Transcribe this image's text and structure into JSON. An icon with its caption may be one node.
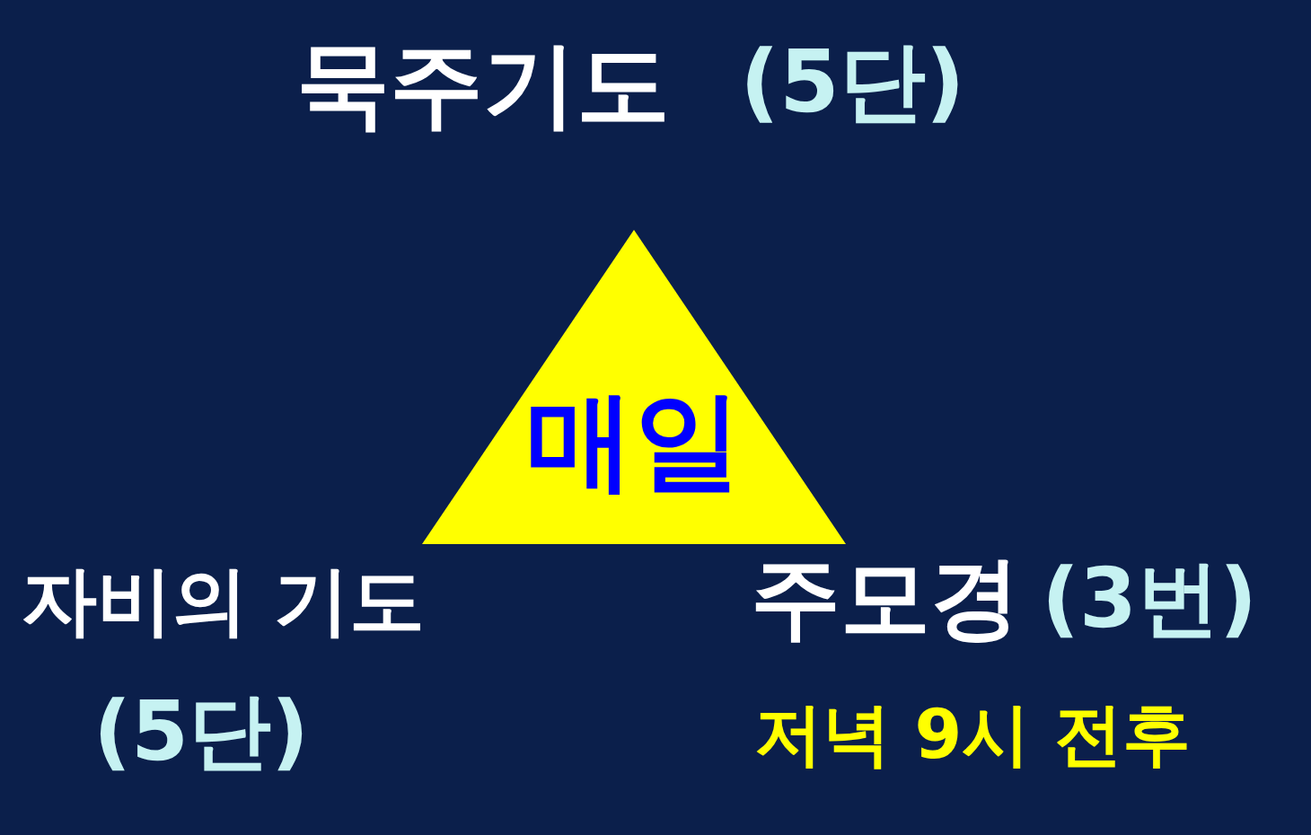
{
  "diagram": {
    "nodes": [
      {
        "text": [
          "매일"
        ]
      }
    ],
    "labels": [
      "묵주기도",
      "(5단)",
      "자비의 기도",
      "주모경",
      "(3번)",
      "(5단)",
      "저녁 9시 전후"
    ]
  }
}
